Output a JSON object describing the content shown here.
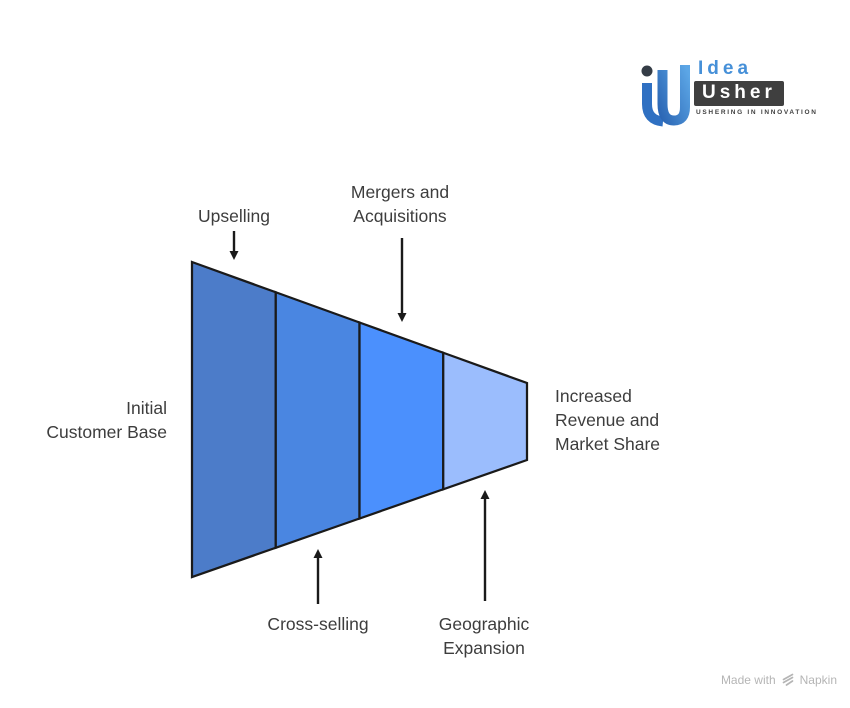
{
  "page": {
    "background": "#ffffff",
    "watermark": {
      "prefix": "Made with",
      "brand": "Napkin",
      "color": "#b5b5b5"
    }
  },
  "logo": {
    "idea_text": "Idea",
    "usher_text": "Usher",
    "tagline": "USHERING IN INNOVATION",
    "colors": {
      "brand_blue": "#4690d8",
      "brand_blue_dark": "#2f70c2",
      "brand_dark": "#3f3f3f",
      "dot_dark": "#343c46"
    }
  },
  "funnel": {
    "type": "horizontal-funnel",
    "stroke": "#1a1a1a",
    "segments": [
      {
        "name": "upselling",
        "color": "#4c7cc9"
      },
      {
        "name": "cross-selling",
        "color": "#4a86e1"
      },
      {
        "name": "mergers-and-acquisitions",
        "color": "#4b90fd"
      },
      {
        "name": "geographic-expansion",
        "color": "#9bbdfd"
      }
    ]
  },
  "labels": {
    "text_color": "#3d3d3d",
    "upselling": {
      "lines": [
        "Upselling"
      ]
    },
    "mergers_acquisitions": {
      "lines": [
        "Mergers and",
        "Acquisitions"
      ]
    },
    "cross_selling": {
      "lines": [
        "Cross-selling"
      ]
    },
    "geographic_expansion": {
      "lines": [
        "Geographic",
        "Expansion"
      ]
    },
    "initial_customer_base": {
      "lines": [
        "Initial",
        "Customer Base"
      ]
    },
    "increased_revenue": {
      "lines": [
        "Increased",
        "Revenue and",
        "Market Share"
      ]
    }
  }
}
